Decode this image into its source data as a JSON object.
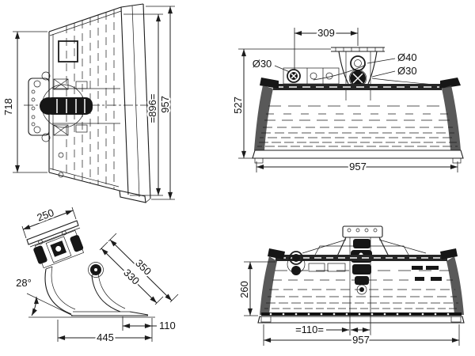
{
  "page": {
    "background": "#ffffff",
    "line_color": "#1c1c1c",
    "drawing_type": "technical orthographic views of excavator skeleton bucket"
  },
  "views": {
    "top_view": {
      "dims": {
        "mount_side_width": "718",
        "inner_width": "=896=",
        "overall_width": "957"
      }
    },
    "front_view": {
      "dims": {
        "upper_bracket_width": "309",
        "left_pin_dia": "Ø30",
        "top_pin_dia": "Ø40",
        "bottom_pin_dia": "Ø30",
        "overall_height": "527",
        "overall_width": "957"
      }
    },
    "side_view": {
      "dims": {
        "top_plate_length": "250",
        "opening_width_outer": "350",
        "opening_width_inner": "330",
        "bottom_angle": "28°",
        "cutting_edge_flat": "110",
        "overall_length": "445"
      }
    },
    "rear_view": {
      "dims": {
        "side_plate_height": "260",
        "pin_spacing": "=110=",
        "overall_width": "957"
      }
    }
  }
}
